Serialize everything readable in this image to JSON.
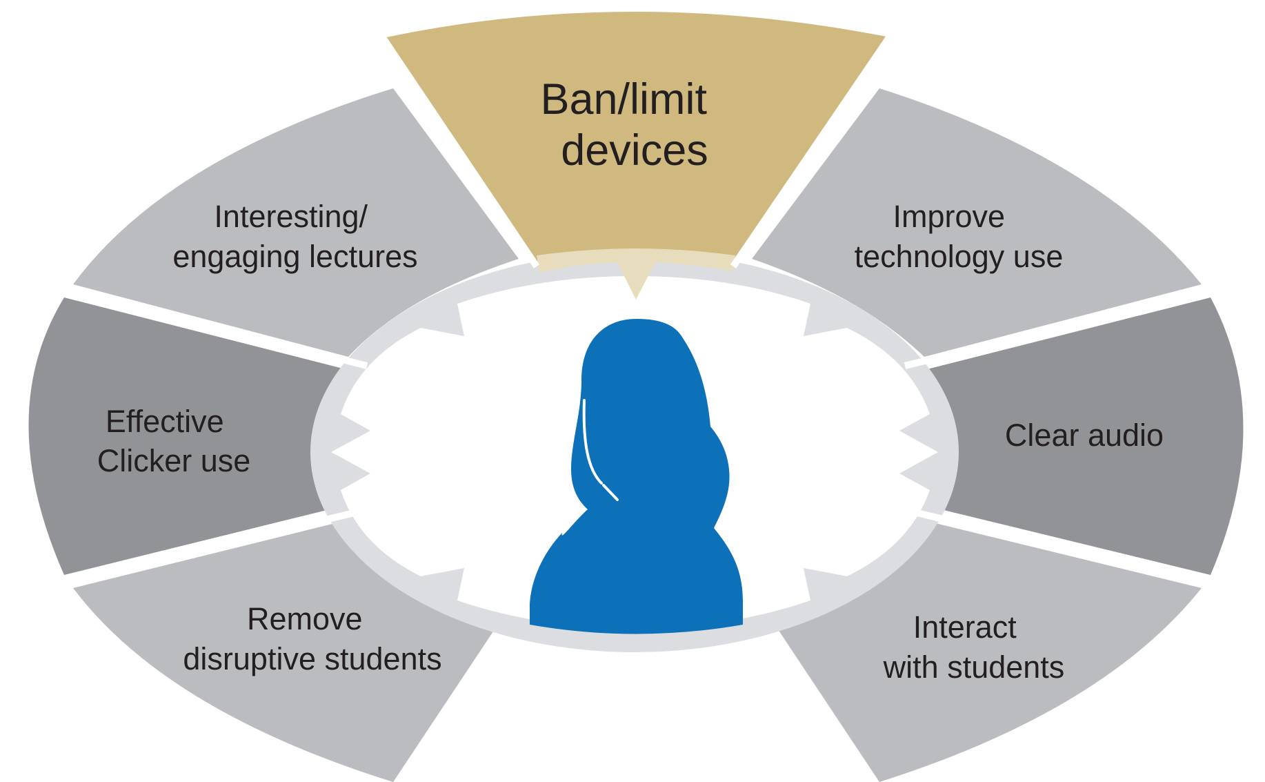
{
  "segments": {
    "top": {
      "lines": [
        "Ban/limit",
        "devices"
      ]
    },
    "upper_left": {
      "lines": [
        "Interesting/",
        "engaging lectures"
      ]
    },
    "upper_right": {
      "lines": [
        "Improve",
        "technology use"
      ]
    },
    "left": {
      "lines": [
        "Effective",
        "Clicker use"
      ]
    },
    "right": {
      "lines": [
        "Clear audio"
      ]
    },
    "lower_left": {
      "lines": [
        "Remove",
        "disruptive students"
      ]
    },
    "lower_right": {
      "lines": [
        "Interact",
        "with students"
      ]
    }
  },
  "colors": {
    "highlight": "#cfb97e",
    "highlight_ring": "#e7dcbc",
    "light_gray": "#bbbcc0",
    "dark_gray": "#929396",
    "ring": "#dcdde0",
    "person": "#0c71b8",
    "text": "#231f20"
  }
}
